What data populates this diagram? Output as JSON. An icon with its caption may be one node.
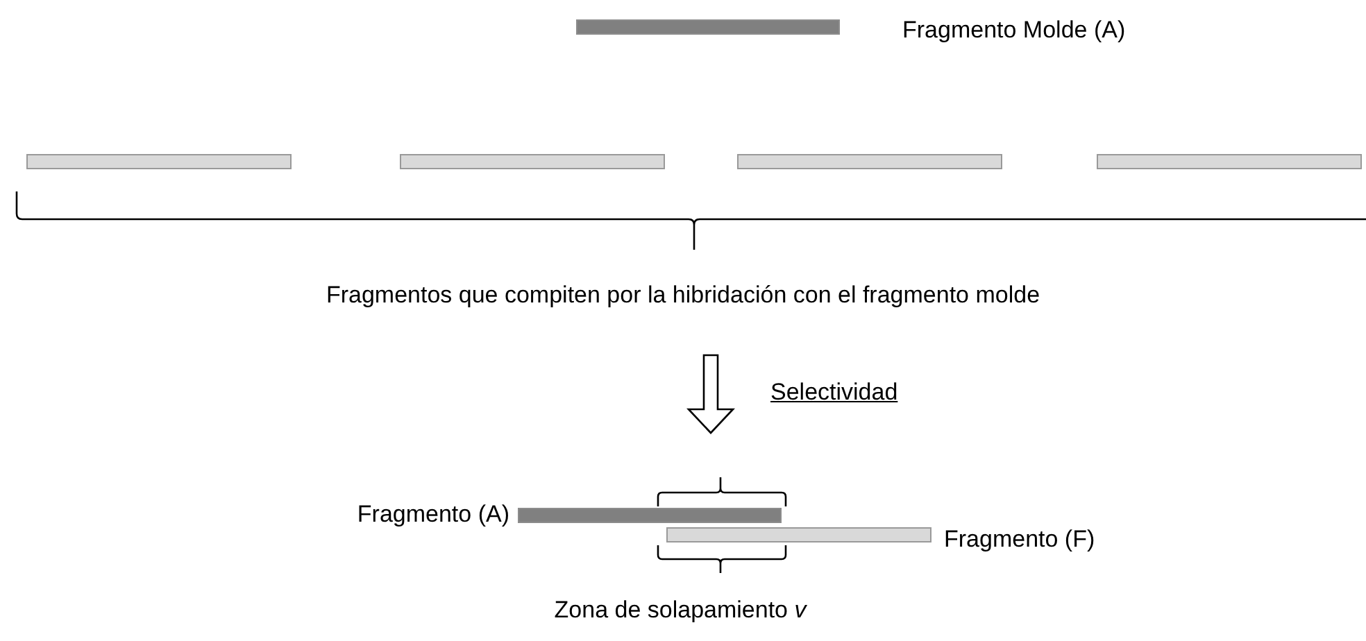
{
  "diagram": {
    "nodes": [
      {
        "text": [],
        "shape": "bar",
        "beside": [
          "Fragmento Molde (A)"
        ]
      },
      {
        "text": [],
        "shape": "bar"
      },
      {
        "text": [],
        "shape": "bar"
      },
      {
        "text": [],
        "shape": "bar"
      },
      {
        "text": [],
        "shape": "bar"
      },
      {
        "text": [],
        "shape": "bar",
        "beside": [
          "Fragmento (A)"
        ]
      },
      {
        "text": [],
        "shape": "bar",
        "beside": [
          "Fragmento (F)"
        ]
      }
    ],
    "edges": [],
    "labels": [
      "Fragmentos que compiten por la hibridación con el fragmento molde",
      "Selectividad",
      "Zona de solapamiento *v*"
    ]
  }
}
